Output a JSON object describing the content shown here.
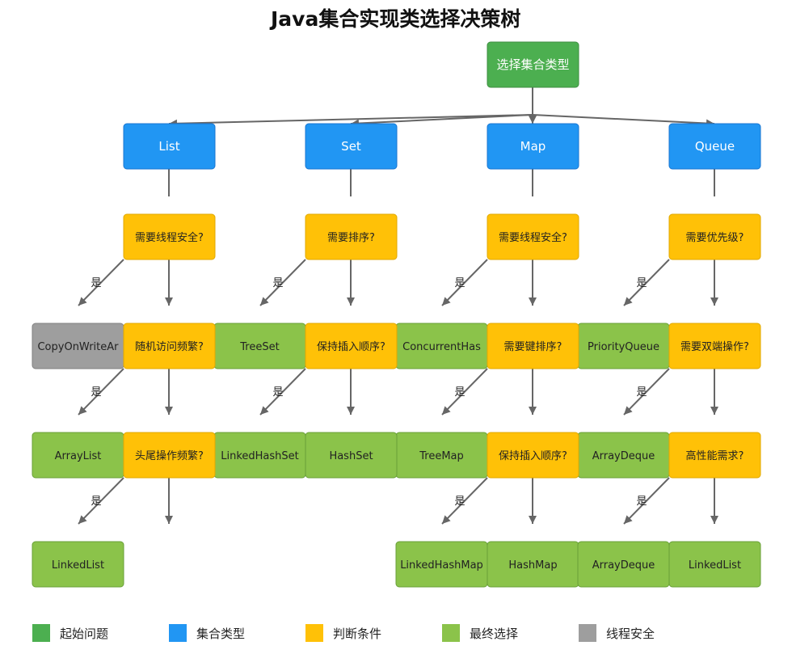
{
  "title": "Java集合实现类选择决策树",
  "colors": {
    "start": "#4caf50",
    "collection": "#2196f3",
    "condition": "#ffc107",
    "final": "#8bc34a",
    "thread_safe": "#9e9e9e",
    "edge": "#666666"
  },
  "nodes": {
    "root": "选择集合类型",
    "list": "List",
    "set": "Set",
    "map": "Map",
    "queue": "Queue",
    "list_q1": "需要线程安全?",
    "set_q1": "需要排序?",
    "map_q1": "需要线程安全?",
    "queue_q1": "需要优先级?",
    "cow": "CopyOnWriteAr",
    "list_q2": "随机访问频繁?",
    "treeset": "TreeSet",
    "set_q2": "保持插入顺序?",
    "concurrent": "ConcurrentHas",
    "map_q2": "需要键排序?",
    "priorityqueue": "PriorityQueue",
    "queue_q2": "需要双端操作?",
    "arraylist": "ArrayList",
    "list_q3": "头尾操作频繁?",
    "linkedhashset": "LinkedHashSet",
    "hashset": "HashSet",
    "treemap": "TreeMap",
    "map_q3": "保持插入顺序?",
    "arraydeque1": "ArrayDeque",
    "queue_q3": "高性能需求?",
    "linkedlist1": "LinkedList",
    "linkedhashmap": "LinkedHashMap",
    "hashmap": "HashMap",
    "arraydeque2": "ArrayDeque",
    "linkedlist2": "LinkedList"
  },
  "edge_label_yes": "是",
  "legend": [
    {
      "label": "起始问题",
      "color": "#4caf50"
    },
    {
      "label": "集合类型",
      "color": "#2196f3"
    },
    {
      "label": "判断条件",
      "color": "#ffc107"
    },
    {
      "label": "最终选择",
      "color": "#8bc34a"
    },
    {
      "label": "线程安全",
      "color": "#9e9e9e"
    }
  ]
}
